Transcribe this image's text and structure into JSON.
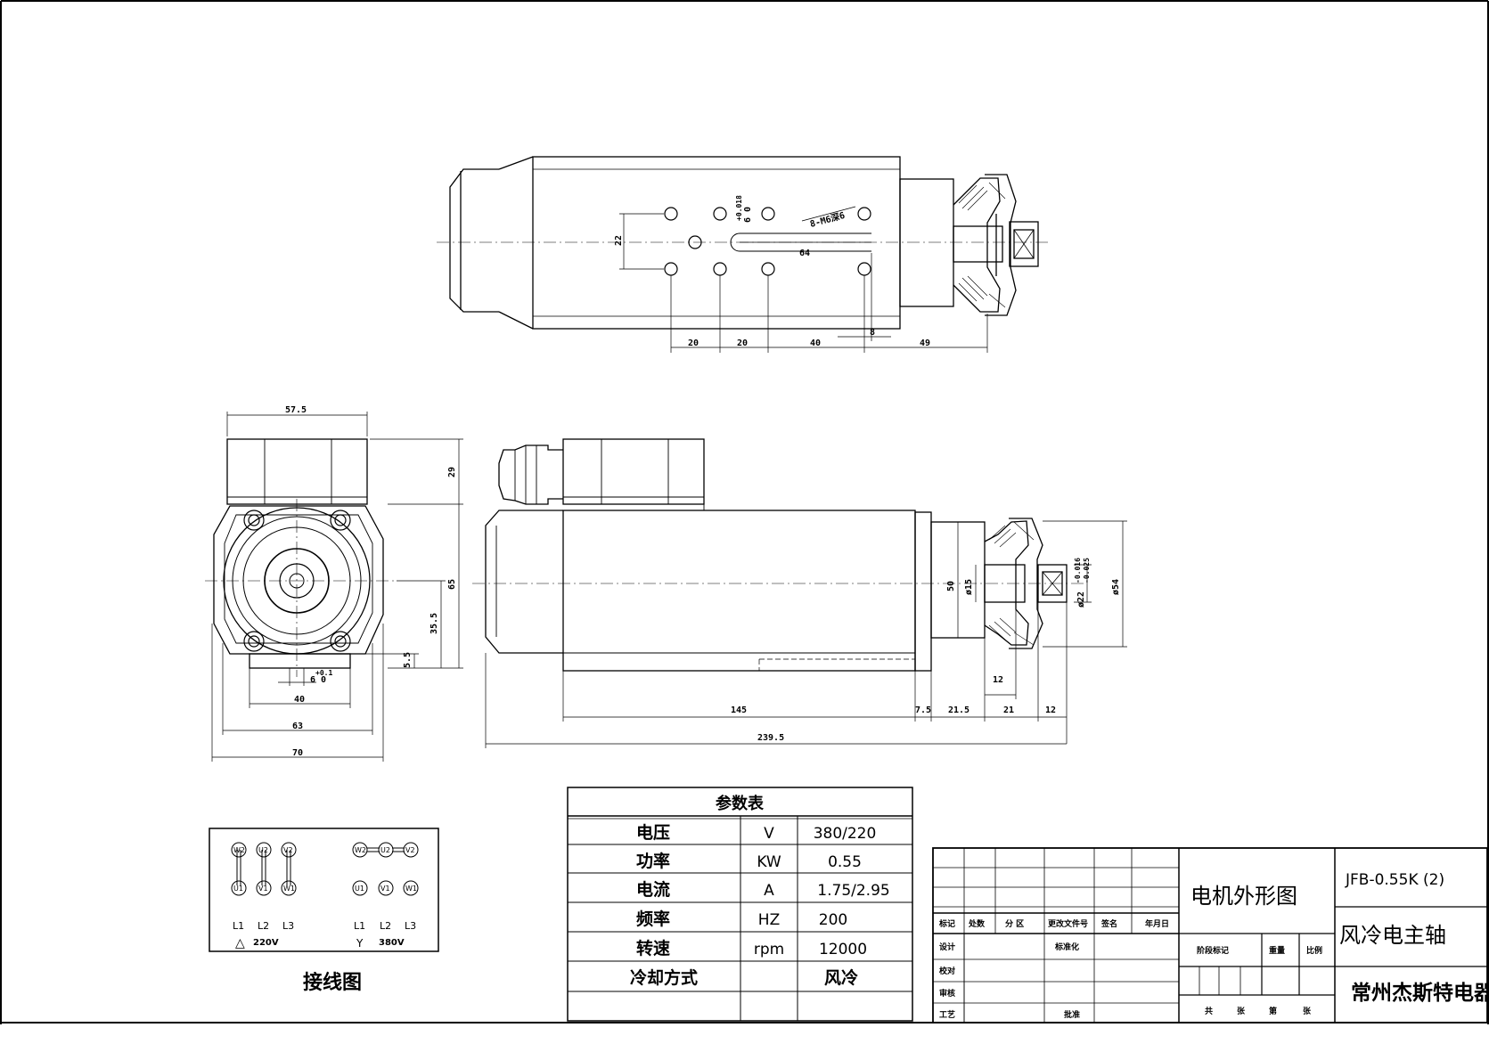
{
  "top_view": {
    "dims": {
      "d20a": "20",
      "d20b": "20",
      "d40": "40",
      "d8": "8",
      "d49": "49",
      "d22": "22",
      "d64": "64",
      "tol": "+0.018",
      "tol_base": "6  0"
    },
    "callout": "8-M6深6"
  },
  "end_view": {
    "dims": {
      "w575": "57.5",
      "h29": "29",
      "h65": "65",
      "h355": "35.5",
      "h55": "5.5",
      "tol": "+0.1",
      "tol_base": "6  0",
      "w40": "40",
      "w63": "63",
      "w70": "70"
    }
  },
  "side_view": {
    "dims": {
      "d145": "145",
      "d75": "7.5",
      "d215": "21.5",
      "d21": "21",
      "d12b": "12",
      "d12a": "12",
      "total": "239.5",
      "d50": "50",
      "d15": "ø15",
      "d22": "ø22",
      "tol22a": "-0.016",
      "tol22b": "-0.025",
      "d54": "ø54"
    }
  },
  "wiring": {
    "caption": "接线图",
    "delta": {
      "top": [
        "W2",
        "U2",
        "V2"
      ],
      "bottom": [
        "U1",
        "V1",
        "W1"
      ],
      "lines": [
        "L1",
        "L2",
        "L3"
      ],
      "symbol": "△",
      "voltage": "220V"
    },
    "star": {
      "top": [
        "W2",
        "U2",
        "V2"
      ],
      "bottom": [
        "U1",
        "V1",
        "W1"
      ],
      "lines": [
        "L1",
        "L2",
        "L3"
      ],
      "symbol": "Y",
      "voltage": "380V"
    }
  },
  "params": {
    "title": "参数表",
    "rows": [
      {
        "name": "电压",
        "unit": "V",
        "value": "380/220"
      },
      {
        "name": "功率",
        "unit": "KW",
        "value": "0.55"
      },
      {
        "name": "电流",
        "unit": "A",
        "value": "1.75/2.95"
      },
      {
        "name": "频率",
        "unit": "HZ",
        "value": "200"
      },
      {
        "name": "转速",
        "unit": "rpm",
        "value": "12000"
      },
      {
        "name": "冷却方式",
        "unit": "",
        "value": "风冷"
      }
    ]
  },
  "title_block": {
    "drawing_name": "电机外形图",
    "model": "JFB-0.55K (2)",
    "product": "风冷电主轴",
    "company": "常州杰斯特电器",
    "labels": {
      "mark": "标记",
      "count": "处数",
      "zone": "分 区",
      "change_doc": "更改文件号",
      "sign": "签名",
      "date": "年月日",
      "design": "设计",
      "standard": "标准化",
      "check": "校对",
      "review": "审核",
      "process": "工艺",
      "approve": "批准",
      "stage": "阶段标记",
      "weight": "重量",
      "scale": "比例",
      "total_sheets": "共",
      "sheet": "张",
      "page": "第",
      "page_sheet": "张"
    }
  }
}
